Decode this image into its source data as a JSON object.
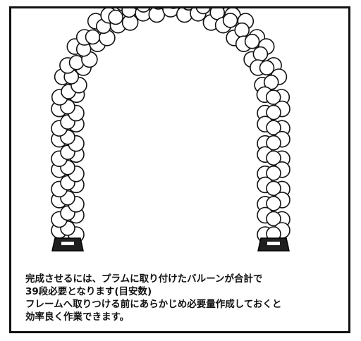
{
  "colors": {
    "border": "#111111",
    "balloon_fill": "#ffffff",
    "balloon_stroke": "#111111",
    "base_fill": "#1f1f1f"
  },
  "caption": {
    "line1": "完成させるには、プラムに取り付けたバルーンが合計で",
    "line2": "39段必要となります(目安数)",
    "line3": "フレームへ取りつける前にあらかじめ必要量作成しておくと",
    "line4": "効率良く作業できます。"
  },
  "arch": {
    "tiers": 39
  }
}
